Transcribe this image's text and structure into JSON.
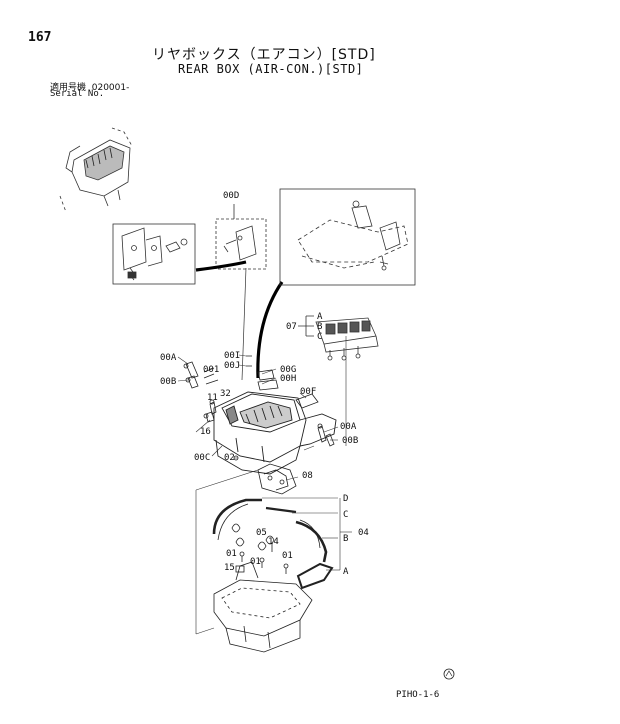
{
  "header": {
    "page_number": "167",
    "title_jp": "リヤボックス（エアコン）[STD]",
    "title_en": "REAR BOX (AIR-CON.)[STD]",
    "serial_label_jp": "適用号機",
    "serial_value": "020001-",
    "serial_label_en": "Serial No."
  },
  "callouts": {
    "c00D": "00D",
    "c07": "07",
    "cA": "A",
    "cB": "B",
    "cC": "C",
    "c00A_left": "00A",
    "c00B_left": "00B",
    "c001": "001",
    "c00I": "00I",
    "c00J": "00J",
    "c00G": "00G",
    "c00H": "00H",
    "c00F": "00F",
    "c11": "11",
    "c32": "32",
    "c16": "16",
    "c00A_right": "00A",
    "c00B_right": "00B",
    "c00C": "00C",
    "c02": "02",
    "c08": "08",
    "c04": "04",
    "c04_D": "D",
    "c04_C": "C",
    "c04_B": "B",
    "c04_A": "A",
    "c05": "05",
    "c14": "14",
    "c01_a": "01",
    "c01_b": "01",
    "c01_c": "01",
    "c15": "15"
  },
  "footer": {
    "code": "PIHO-1-6"
  }
}
